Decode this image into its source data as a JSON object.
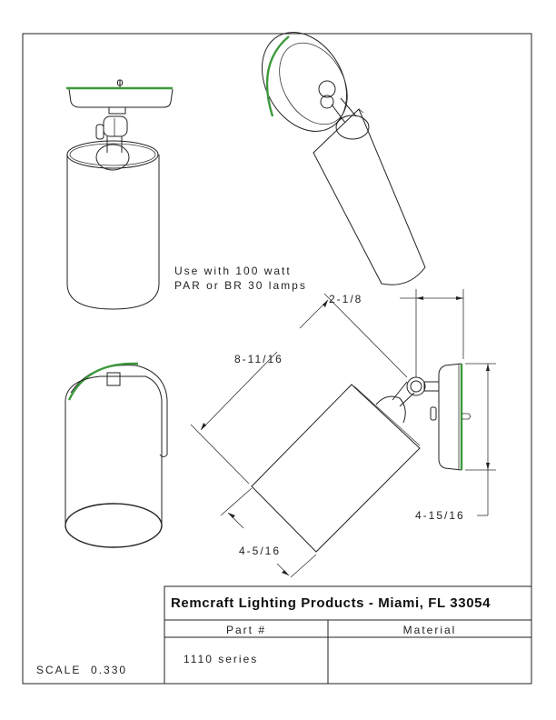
{
  "note": {
    "line1": "Use with 100 watt",
    "line2": "PAR or BR 30 lamps"
  },
  "dimensions": {
    "mount_depth": "2-1/8",
    "length": "8-11/16",
    "diameter": "4-5/16",
    "plate_height": "4-15/16"
  },
  "title_block": {
    "company": "Remcraft Lighting Products - Miami, FL 33054",
    "part_header": "Part #",
    "material_header": "Material",
    "part_value": "1110 series",
    "material_value": ""
  },
  "scale": "SCALE  0.330",
  "colors": {
    "lens_edge": "#3c9a3c",
    "line": "#222222"
  }
}
